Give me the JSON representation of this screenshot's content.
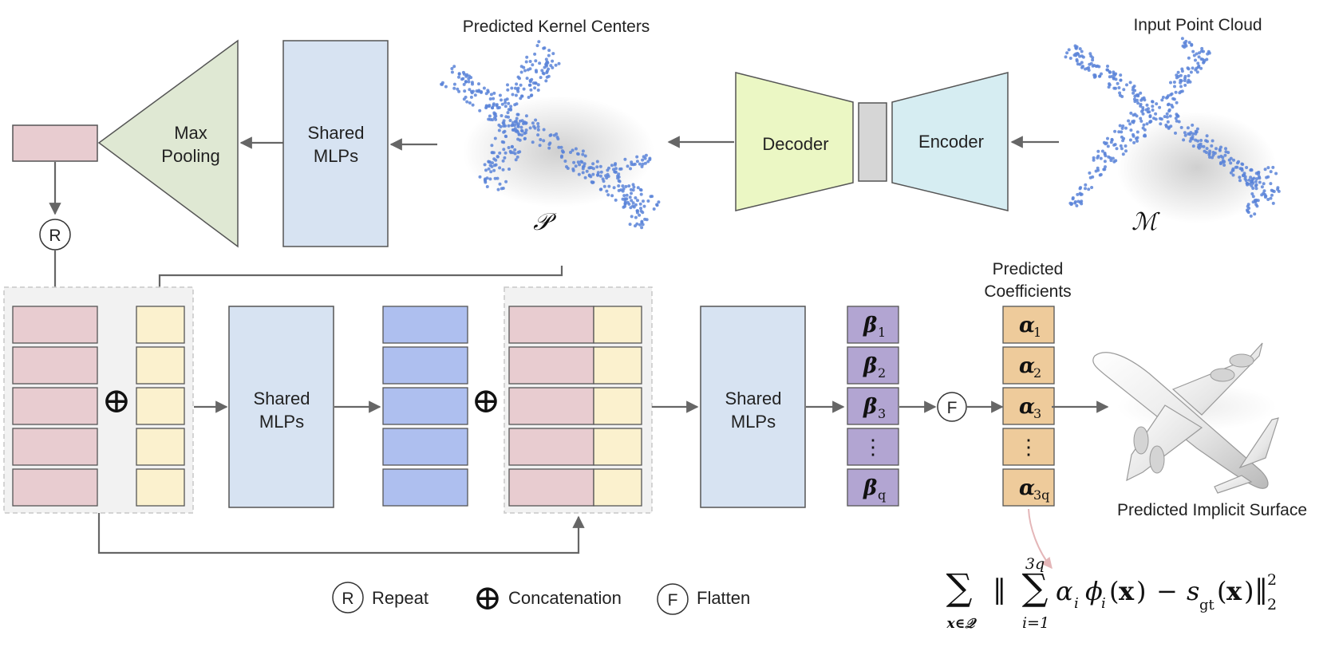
{
  "labels": {
    "predicted_kernel_centers": "Predicted Kernel Centers",
    "input_point_cloud": "Input Point Cloud",
    "max": "Max",
    "pooling": "Pooling",
    "shared": "Shared",
    "mlps": "MLPs",
    "decoder": "Decoder",
    "encoder": "Encoder",
    "symbol_p": "𝒫",
    "symbol_m": "ℳ",
    "predicted": "Predicted",
    "coefficients": "Coefficients",
    "predicted_implicit_surface": "Predicted Implicit Surface"
  },
  "beta_labels": [
    "β",
    "β",
    "β",
    "⋮",
    "β"
  ],
  "beta_subs": [
    "1",
    "2",
    "3",
    "",
    "q"
  ],
  "alpha_labels": [
    "α",
    "α",
    "α",
    "⋮",
    "α"
  ],
  "alpha_subs": [
    "1",
    "2",
    "3",
    "",
    "3q"
  ],
  "ops": {
    "repeat_symbol": "R",
    "flatten_symbol": "F",
    "concat_symbol": "⊕"
  },
  "legend": {
    "repeat": "Repeat",
    "concatenation": "Concatenation",
    "flatten": "Flatten"
  },
  "formula": {
    "outer_sum": "∑",
    "outer_sub": "x∈𝒬",
    "norm_open": "‖",
    "inner_sum": "∑",
    "inner_upper": "3q",
    "inner_lower": "i=1",
    "alpha": "α",
    "alpha_sub": "i",
    "phi": "ϕ",
    "phi_sub": "i",
    "open_paren": "(",
    "x": "x",
    "close_paren": ")",
    "minus": "−",
    "s": "s",
    "s_sub": "gt",
    "norm_close": "‖",
    "power": "2",
    "power_sub": "2"
  },
  "colors": {
    "pink": "#e8ccd0",
    "yellow": "#fbf1ce",
    "blue_feat": "#aebfef",
    "mlp_blue": "#d7e3f2",
    "pool_green": "#dfe8d3",
    "decoder_green": "#ebf7c4",
    "encoder_cyan": "#d6edf2",
    "latent_gray": "#d6d6d6",
    "beta_purple": "#b2a5d2",
    "alpha_orange": "#eecb9b",
    "point_blue": "#5b84d8",
    "arrow_gray": "#666666",
    "group_bg": "#f2f2f2"
  }
}
